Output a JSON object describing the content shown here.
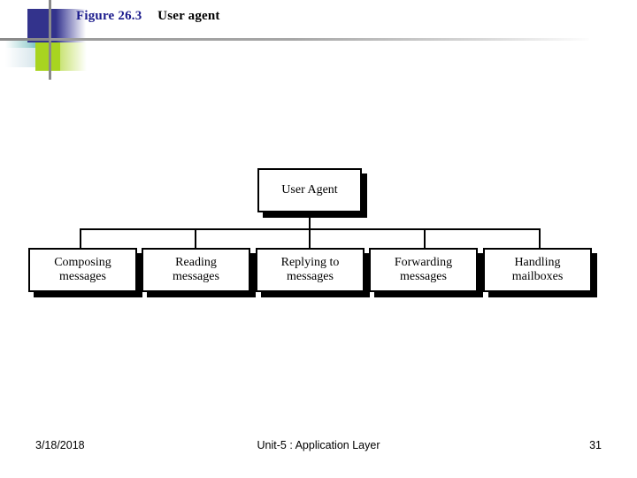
{
  "slide": {
    "title": {
      "figure_number": "Figure 26.3",
      "caption": "User agent"
    }
  },
  "decoration": {
    "navy_color": "#33338c",
    "teal_color": "#3fa8a8",
    "green_color": "#a8d420",
    "rule_color": "#9a9a9a"
  },
  "diagram": {
    "type": "tree",
    "root": {
      "label": "User Agent"
    },
    "children": [
      {
        "line1": "Composing",
        "line2": "messages"
      },
      {
        "line1": "Reading",
        "line2": "messages"
      },
      {
        "line1": "Replying to",
        "line2": "messages"
      },
      {
        "line1": "Forwarding",
        "line2": "messages"
      },
      {
        "line1": "Handling",
        "line2": "mailboxes"
      }
    ]
  },
  "footer": {
    "date": "3/18/2018",
    "center": "Unit-5 : Application Layer",
    "page": "31"
  }
}
